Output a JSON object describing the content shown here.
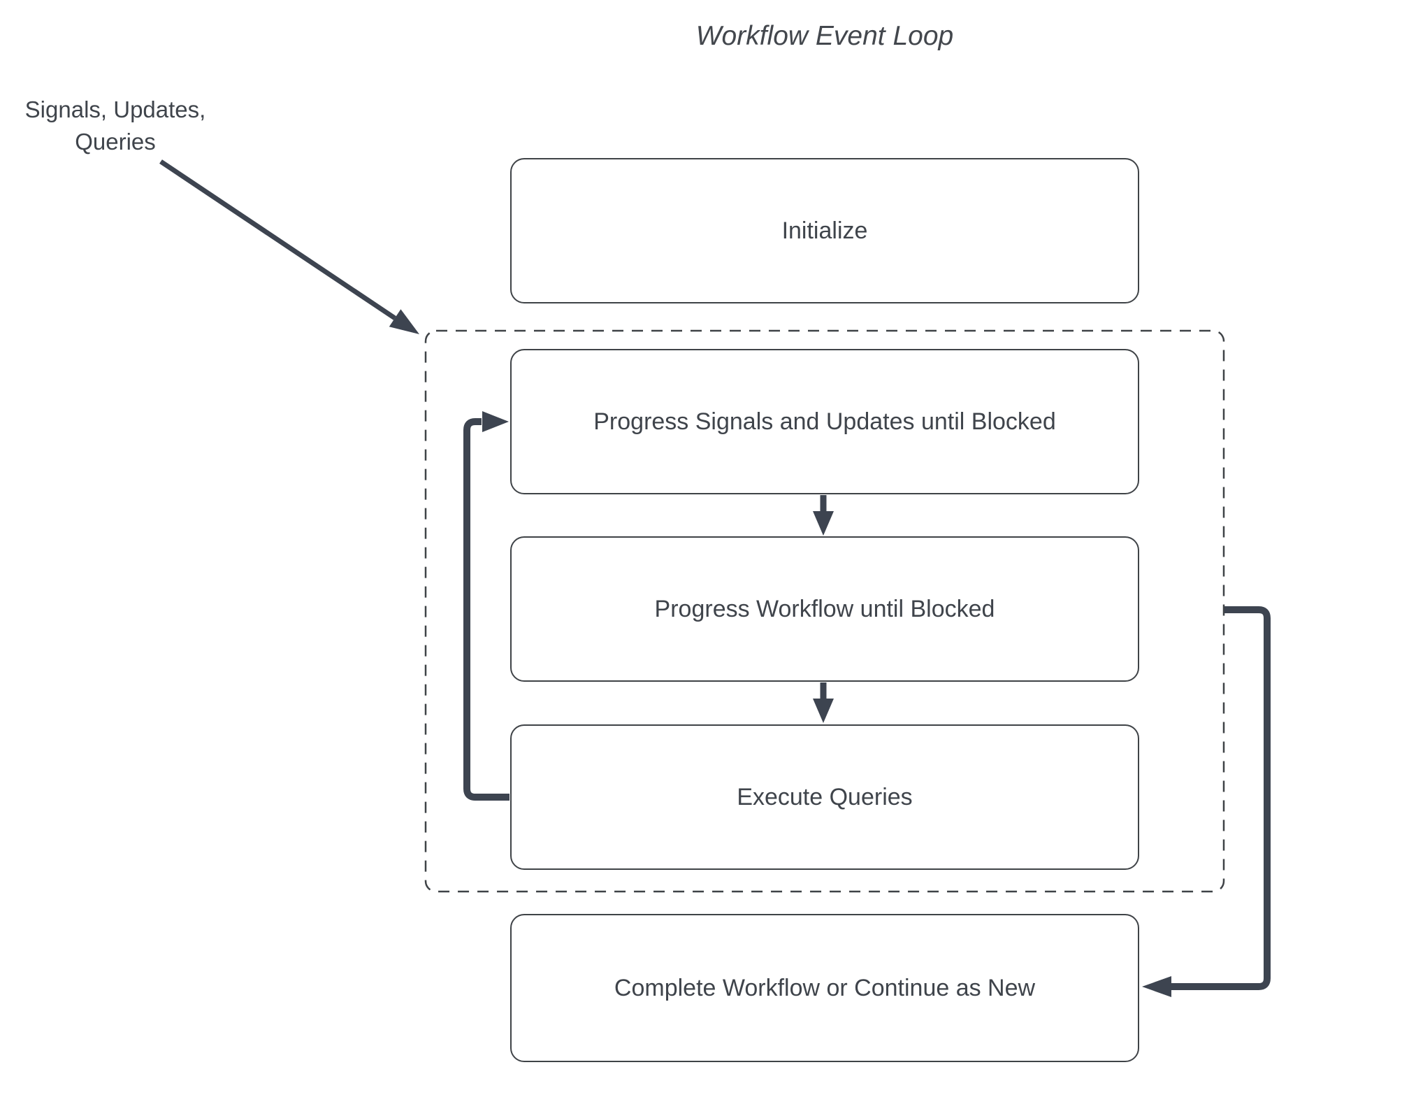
{
  "diagram": {
    "type": "flowchart",
    "title": "Workflow Event Loop",
    "external_input_label": "Signals, Updates,\nQueries",
    "nodes": {
      "initialize": {
        "label": "Initialize"
      },
      "progress_signals": {
        "label": "Progress Signals and Updates until Blocked"
      },
      "progress_workflow": {
        "label": "Progress Workflow until Blocked"
      },
      "execute_queries": {
        "label": "Execute Queries"
      },
      "complete": {
        "label": "Complete Workflow or Continue as New"
      }
    },
    "group": {
      "name": "event-loop-group",
      "style": "dashed",
      "contains": [
        "progress_signals",
        "progress_workflow",
        "execute_queries"
      ]
    },
    "edges": [
      {
        "from": "external_input_label",
        "to": "event-loop-group",
        "style": "thin-diagonal-arrow"
      },
      {
        "from": "progress_signals",
        "to": "progress_workflow",
        "style": "down-arrow"
      },
      {
        "from": "progress_workflow",
        "to": "execute_queries",
        "style": "down-arrow"
      },
      {
        "from": "execute_queries",
        "to": "progress_signals",
        "style": "thick-loop-back-left"
      },
      {
        "from": "event-loop-group",
        "to": "complete",
        "style": "thick-right-side-arrow"
      }
    ],
    "colors": {
      "background": "#ffffff",
      "node_fill": "#ffffff",
      "node_border": "#3f4347",
      "text": "#3f444b",
      "arrow": "#3d4450",
      "dashed_border": "#3f4347"
    }
  }
}
